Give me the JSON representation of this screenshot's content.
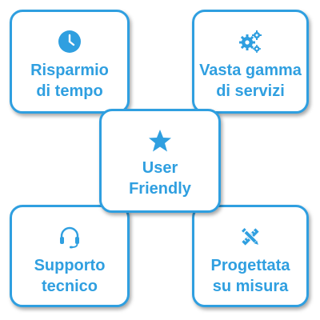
{
  "accent_color": "#2f9fe0",
  "cards": {
    "time": {
      "label": "Risparmio\ndi tempo",
      "icon": "clock-icon"
    },
    "services": {
      "label": "Vasta gamma\ndi servizi",
      "icon": "gears-icon"
    },
    "user_friendly": {
      "label": "User\nFriendly",
      "icon": "star-icon"
    },
    "support": {
      "label": "Supporto\ntecnico",
      "icon": "headset-icon"
    },
    "custom": {
      "label": "Progettata\nsu misura",
      "icon": "pencil-ruler-icon"
    }
  }
}
